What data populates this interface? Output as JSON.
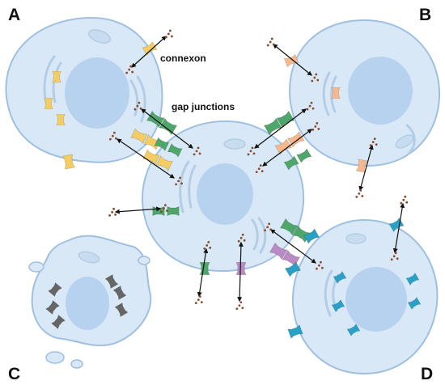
{
  "panel_labels": {
    "a": "A",
    "b": "B",
    "c": "C",
    "d": "D"
  },
  "callouts": {
    "connexon": "connexon",
    "gap_junctions": "gap junctions"
  },
  "colors": {
    "cell_fill": "#d9e8f6",
    "cell_edge": "#9fc0e0",
    "nucleus": "#b7d2ef",
    "organelle": "#b3cde6",
    "connexon_yellow": "#f3cd63",
    "connexon_peach": "#f6b88c",
    "connexon_green": "#4fa66b",
    "connexon_purple": "#b98ac4",
    "connexon_blue": "#2aa0c6",
    "connexon_gray": "#666666",
    "molecule": "#8a4a2b",
    "arrow": "#111111"
  },
  "icons": [
    "cell-a",
    "cell-b",
    "cell-c-apoptotic",
    "cell-d",
    "cell-center",
    "connexon-icon",
    "gap-junction-icon",
    "double-arrow-icon",
    "molecule-dots-icon"
  ]
}
